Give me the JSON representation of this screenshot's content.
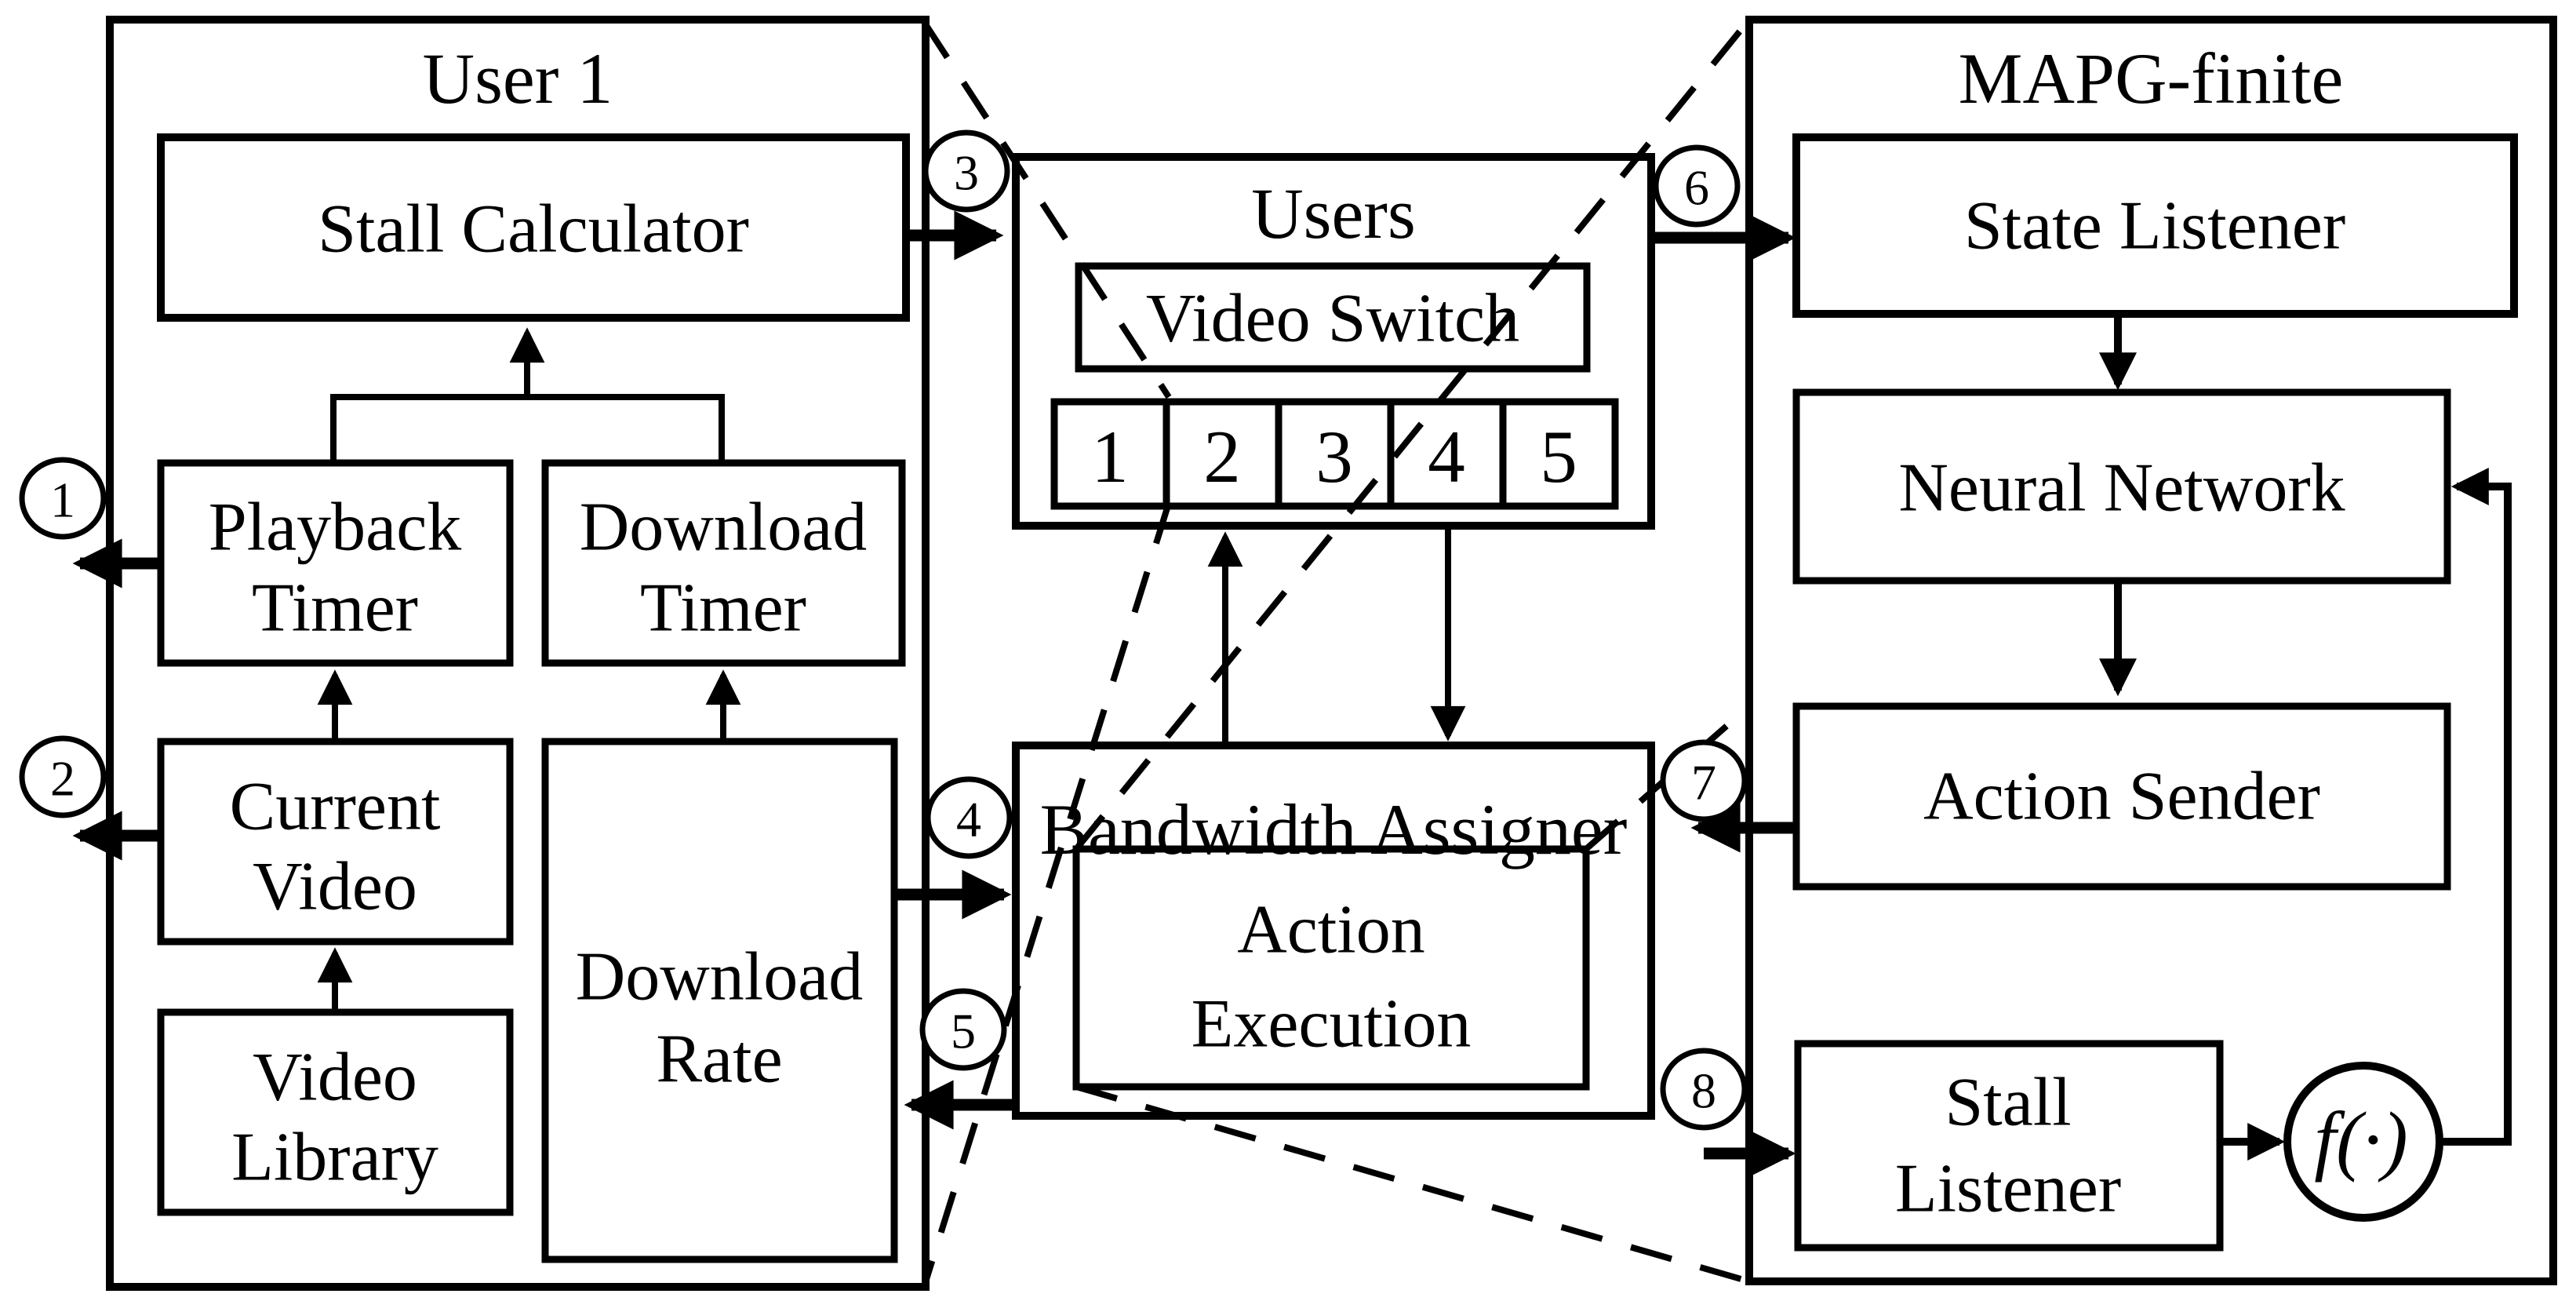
{
  "colors": {
    "background": "#ffffff",
    "ink": "#000000"
  },
  "diagram": {
    "user1": {
      "title": "User 1",
      "stall_calculator": "Stall Calculator",
      "playback_timer": [
        "Playback",
        "Timer"
      ],
      "download_timer": [
        "Download",
        "Timer"
      ],
      "current_video": [
        "Current",
        "Video"
      ],
      "video_library": [
        "Video",
        "Library"
      ],
      "download_rate": [
        "Download",
        "Rate"
      ]
    },
    "users": {
      "title": "Users",
      "video_switch": "Video Switch",
      "cells": [
        "1",
        "2",
        "3",
        "4",
        "5"
      ]
    },
    "bandwidth_assigner": {
      "title": "Bandwidth Assigner",
      "action_execution": [
        "Action",
        "Execution"
      ]
    },
    "mapg": {
      "title": "MAPG-finite",
      "state_listener": "State Listener",
      "neural_network": "Neural Network",
      "action_sender": "Action Sender",
      "stall_listener": [
        "Stall",
        "Listener"
      ],
      "reward_function": "f(·)"
    },
    "badges": [
      "1",
      "2",
      "3",
      "4",
      "5",
      "6",
      "7",
      "8"
    ]
  }
}
